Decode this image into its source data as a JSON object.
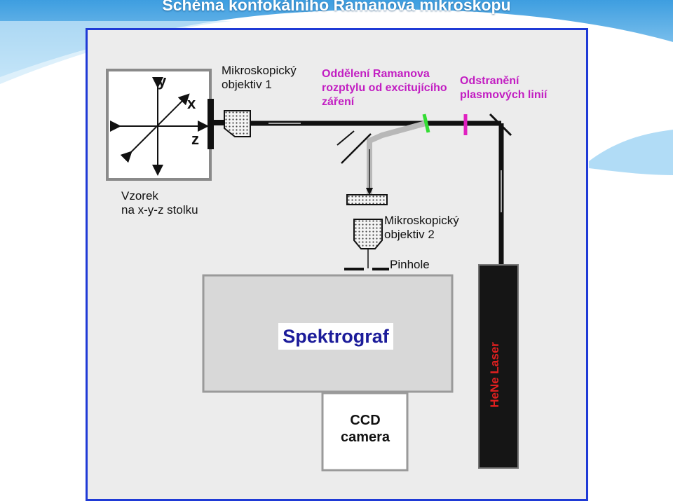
{
  "slide": {
    "title": "Schéma konfokálního Ramanova mikroskopu"
  },
  "labels": {
    "objective1": [
      "Mikroskopický",
      "objektiv 1"
    ],
    "separation": [
      "Oddělení Ramanova",
      "rozptylu od excitujícího",
      "záření"
    ],
    "plasma": [
      "Odstranění",
      "plasmových linií"
    ],
    "sample": [
      "Vzorek",
      "na x-y-z stolku"
    ],
    "objective2": [
      "Mikroskopický",
      "objektiv 2"
    ],
    "pinhole": "Pinhole",
    "spectrograph": "Spektrograf",
    "ccd": [
      "CCD",
      "camera"
    ],
    "laser": "HeNe Laser"
  },
  "axes": {
    "y": "y",
    "x": "x",
    "z": "z"
  },
  "colors": {
    "frame_border": "#1f3ad6",
    "slide_accent": "#5bb6ee",
    "label_violet": "#c21ec2",
    "filter_green": "#33dd33",
    "filter_magenta": "#e020c0",
    "laser_text": "#e02020",
    "spectrograph_text": "#1c1c9a"
  }
}
